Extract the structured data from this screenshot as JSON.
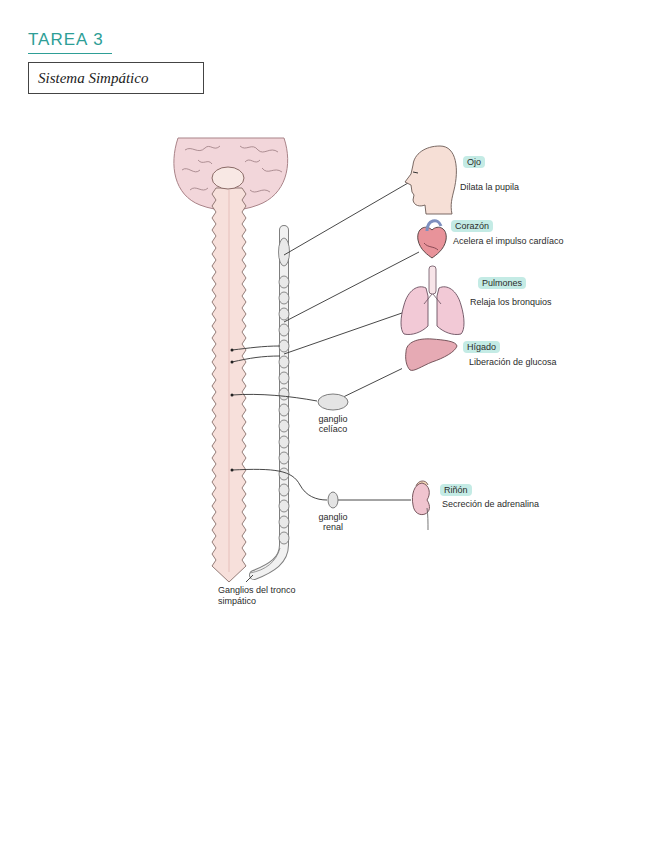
{
  "diagram": {
    "title": "TAREA 3",
    "nodes": [
      {
        "text": [
          "Sistema Simpático"
        ]
      },
      {
        "text": [
          "Ojo",
          "Dilata la pupila"
        ]
      },
      {
        "text": [
          "Corazón",
          "Acelera el impulso cardíaco"
        ]
      },
      {
        "text": [
          "Pulmones",
          "Relaja los bronquios"
        ]
      },
      {
        "text": [
          "Hígado",
          "Liberación de glucosa"
        ]
      },
      {
        "text": [
          "ganglio celíaco"
        ]
      },
      {
        "text": [
          "ganglio renal"
        ]
      },
      {
        "text": [
          "Riñón",
          "Secreción de adrenalina"
        ]
      }
    ],
    "edges": [
      {
        "from": 5,
        "to": 4,
        "arrow": "none"
      },
      {
        "from": 6,
        "to": 7,
        "arrow": "none"
      }
    ],
    "labels": [
      "Ganglios del tronco simpático"
    ]
  }
}
